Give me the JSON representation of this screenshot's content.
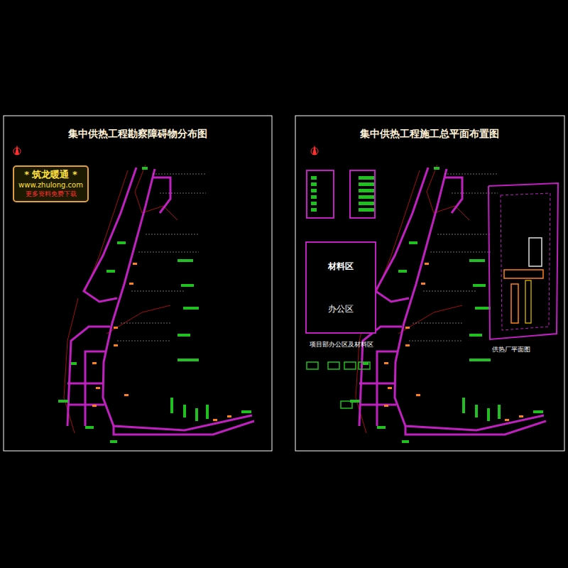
{
  "diagram": {
    "title": "集中供热工程勘察障碍物分布图",
    "nodes": [
      {
        "text": [
          "* 筑龙暖通 *",
          "www.zhulong.com",
          "更多资料免费下载"
        ]
      },
      {
        "text": [
          "材料区",
          "办公区"
        ]
      }
    ],
    "labels": [
      "集中供热工程施工总平面布置图",
      "项目部办公区及材料区",
      "供热厂平面图"
    ]
  }
}
